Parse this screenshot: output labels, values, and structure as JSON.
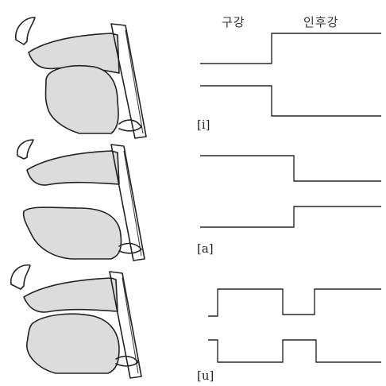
{
  "headers": {
    "oral": "구강",
    "pharyngeal": "인후강"
  },
  "vowels": [
    {
      "label": "[i]",
      "oral_tube": "narrow",
      "pharyngeal_tube": "wide"
    },
    {
      "label": "[a]",
      "oral_tube": "wide",
      "pharyngeal_tube": "narrow"
    },
    {
      "label": "[u]",
      "oral_tube": "wide",
      "constriction": "narrow",
      "pharyngeal_tube": "wide"
    }
  ]
}
